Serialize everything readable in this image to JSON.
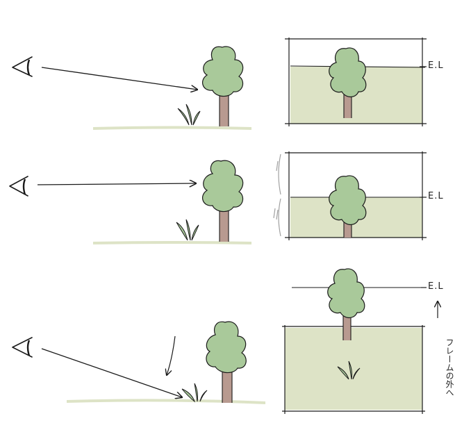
{
  "panels": [
    {
      "id": "row1",
      "eye_level_label": "E.L"
    },
    {
      "id": "row2",
      "eye_level_label": "E.L"
    },
    {
      "id": "row3",
      "eye_level_label": "E.L",
      "note": "フレームの外へ"
    }
  ],
  "colors": {
    "ground": "#dde3c6",
    "foliage": "#a9c99a",
    "trunk": "#b89a90",
    "ink": "#1a1a1a",
    "gray_mark": "#a0a0a0"
  }
}
